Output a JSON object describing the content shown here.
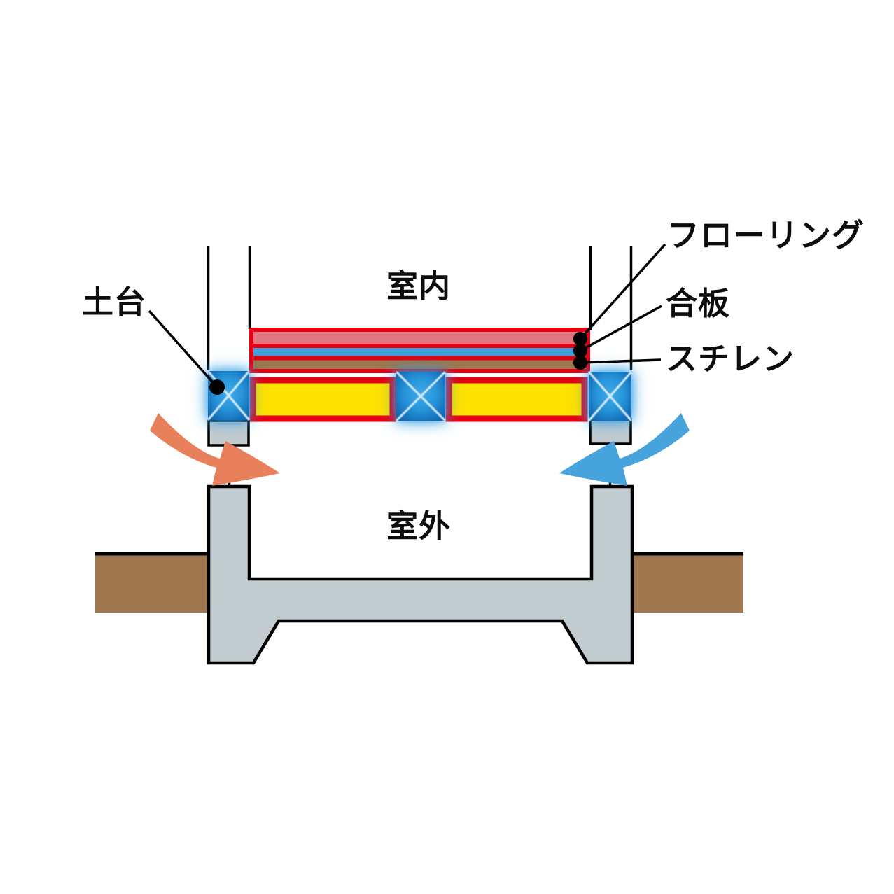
{
  "diagram": {
    "title_hint": "floor-insulation-cross-section",
    "labels": {
      "room_inside": "室内",
      "room_outside": "室外",
      "sill": "土台",
      "flooring": "フローリング",
      "plywood": "合板",
      "styrene": "スチレン"
    },
    "colors": {
      "red_outline": "#e60012",
      "flooring_pink": "#e27683",
      "plywood_blue": "#3e9fd9",
      "styrene_brown": "#9d7850",
      "insulation_yellow": "#ffe100",
      "sill_glow_blue": "#2f9ce2",
      "sill_gradient_center": "#3fa9e8",
      "sill_gradient_edge": "#0a5dab",
      "sill_x_mark": "#d9ecfa",
      "concrete_gray": "#c1cbd0",
      "ground_brown": "#a0784f",
      "warm_air_arrow_orange": "#e8805c",
      "cold_air_arrow_blue": "#46a3dc",
      "line_black": "#000000",
      "text_black": "#0d0d0d",
      "background": "#ffffff"
    }
  }
}
